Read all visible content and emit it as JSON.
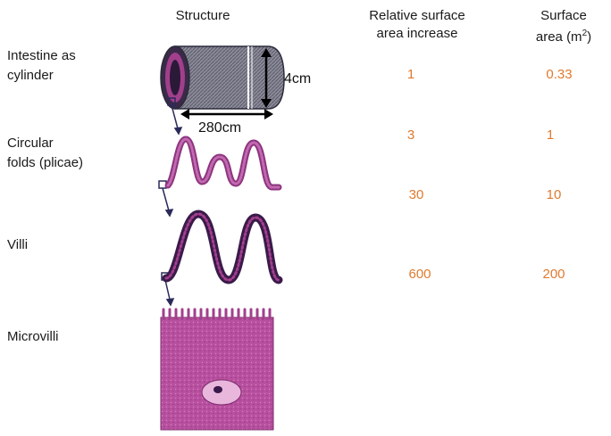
{
  "headers": {
    "structure": "Structure",
    "relative_line1": "Relative surface",
    "relative_line2": "area increase",
    "surface_line1": "Surface",
    "surface_line2_pre": "area (m",
    "surface_line2_sup": "2",
    "surface_line2_post": ")"
  },
  "rows": [
    {
      "label_line1": "Intestine as",
      "label_line2": "cylinder",
      "relative": "1",
      "area": "0.33"
    },
    {
      "label_line1": "Circular",
      "label_line2": "folds (plicae)",
      "relative": "3",
      "area": "1"
    },
    {
      "label_line1": "Villi",
      "label_line2": "",
      "relative": "30",
      "area": "10"
    },
    {
      "label_line1": "Microvilli",
      "label_line2": "",
      "relative": "600",
      "area": "200"
    }
  ],
  "dimensions": {
    "diameter": "4cm",
    "length": "280cm"
  },
  "colors": {
    "value_text": "#e07a2e",
    "tissue_magenta": "#b0479a",
    "villi_dark": "#3a1a4a",
    "cylinder_gray": "#7a7a8a"
  }
}
